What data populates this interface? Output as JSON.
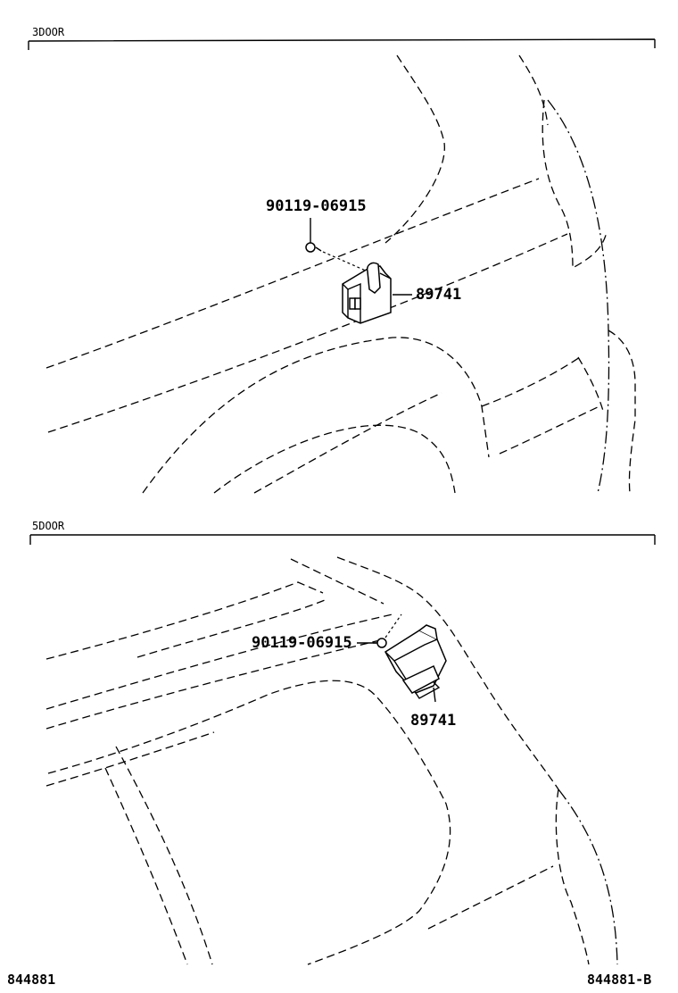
{
  "sections": [
    {
      "title": "3DOOR",
      "bolt_part": "90119-06915",
      "bracket_part": "89741"
    },
    {
      "title": "5DOOR",
      "bolt_part": "90119-06915",
      "bracket_part": "89741"
    }
  ],
  "footer": {
    "left_code": "844881",
    "right_code": "844881-B"
  }
}
